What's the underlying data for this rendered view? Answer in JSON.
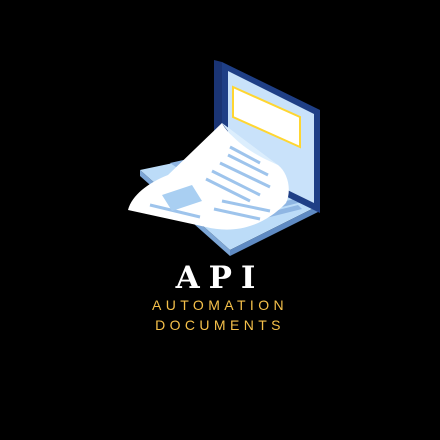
{
  "brand": {
    "title": "API",
    "subtitle_line1": "AUTOMATION",
    "subtitle_line2": "DOCUMENTS"
  },
  "colors": {
    "background": "#000000",
    "title": "#ffffff",
    "subtitle": "#f5c04a",
    "laptop_dark": "#1f3f86",
    "laptop_light": "#bcdcf8",
    "paper": "#ffffff",
    "highlight": "#ffd631"
  },
  "icon": "laptop-document-icon"
}
